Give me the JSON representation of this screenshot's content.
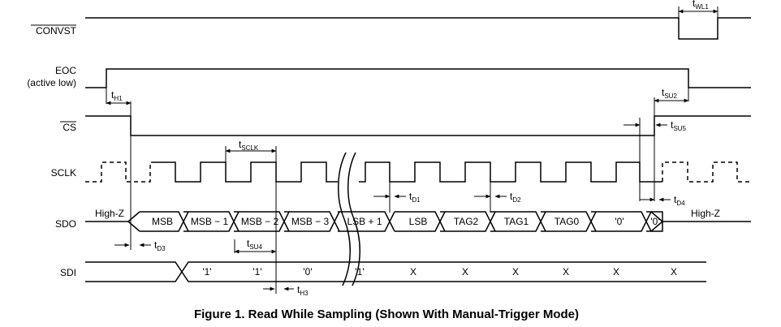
{
  "signals": {
    "convst": "CONVST",
    "eoc": "EOC",
    "eoc_note": "(active low)",
    "cs": "CS",
    "sclk": "SCLK",
    "sdo": "SDO",
    "sdi": "SDI"
  },
  "sdo": {
    "hiz_left": "High-Z",
    "hiz_right": "High-Z",
    "cells": [
      "MSB",
      "MSB − 1",
      "MSB − 2",
      "MSB − 3",
      "LSB + 1",
      "LSB",
      "TAG2",
      "TAG1",
      "TAG0",
      "'0'",
      "'0'"
    ]
  },
  "sdi": {
    "cells": [
      "'1'",
      "'1'",
      "'0'",
      "'1'",
      "X",
      "X",
      "X",
      "X",
      "X",
      "X"
    ]
  },
  "timing": {
    "wl1": {
      "t": "t",
      "sub": "WL1"
    },
    "h1": {
      "t": "t",
      "sub": "H1"
    },
    "su2": {
      "t": "t",
      "sub": "SU2"
    },
    "su5": {
      "t": "t",
      "sub": "SU5"
    },
    "sclk": {
      "t": "t",
      "sub": "SCLK"
    },
    "d1": {
      "t": "t",
      "sub": "D1"
    },
    "d2": {
      "t": "t",
      "sub": "D2"
    },
    "d4": {
      "t": "t",
      "sub": "D4"
    },
    "d3": {
      "t": "t",
      "sub": "D3"
    },
    "su4": {
      "t": "t",
      "sub": "SU4"
    },
    "h3": {
      "t": "t",
      "sub": "H3"
    }
  },
  "caption": "Figure 1.  Read While Sampling (Shown With Manual-Trigger Mode)"
}
